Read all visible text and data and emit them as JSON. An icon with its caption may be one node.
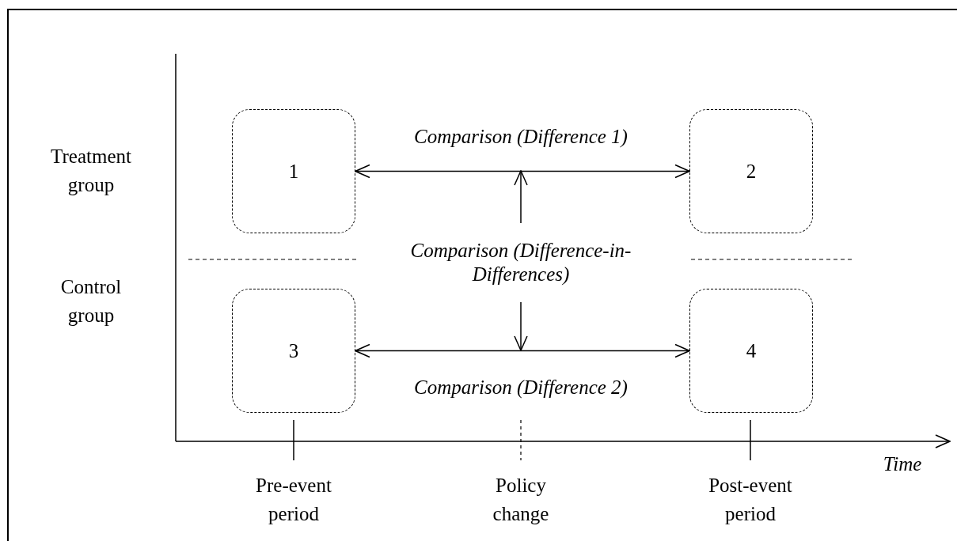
{
  "diagram": {
    "nodes": [
      {
        "text": [
          "1"
        ]
      },
      {
        "text": [
          "2"
        ]
      },
      {
        "text": [
          "3"
        ]
      },
      {
        "text": [
          "4"
        ]
      },
      {
        "text": [
          "Comparison (Difference-in-Differences)"
        ]
      }
    ],
    "edges": [
      {
        "from": 0,
        "to": 1,
        "arrow": "both",
        "label": "Comparison (Difference 1)"
      },
      {
        "from": 2,
        "to": 3,
        "arrow": "both",
        "label": "Comparison (Difference 2)"
      },
      {
        "from": 4,
        "to": null,
        "arrow": "to"
      },
      {
        "from": 4,
        "to": null,
        "arrow": "to"
      }
    ],
    "labels": [
      "Treatment group",
      "Control group",
      "Time",
      "Pre-event period",
      "Policy change",
      "Post-event period"
    ]
  }
}
